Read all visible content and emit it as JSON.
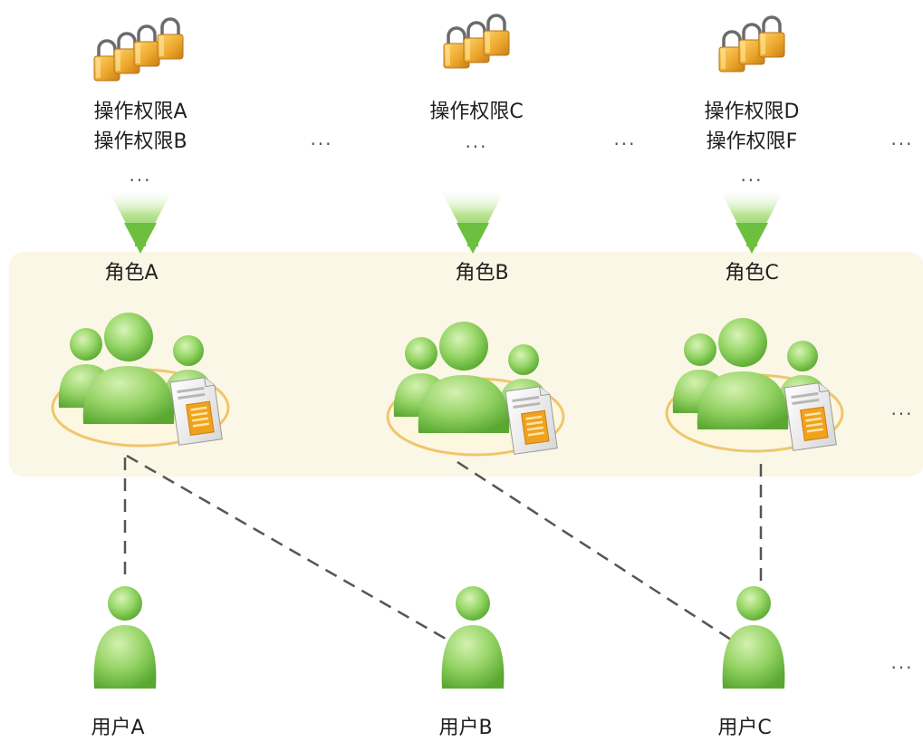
{
  "permissions": {
    "group_a": {
      "line1": "操作权限A",
      "line2": "操作权限B",
      "more": "..."
    },
    "group_c": {
      "line1": "操作权限C",
      "more": "..."
    },
    "group_d": {
      "line1": "操作权限D",
      "line2": "操作权限F",
      "more": "..."
    },
    "between_ac": "...",
    "between_cd": "...",
    "after_d": "..."
  },
  "roles": {
    "a": "角色A",
    "b": "角色B",
    "c": "角色C",
    "more": "..."
  },
  "users": {
    "a": "用户A",
    "b": "用户B",
    "c": "用户C",
    "more": "..."
  },
  "icons": {
    "lock": "padlock-icon",
    "role": "user-group-icon",
    "user": "user-icon",
    "arrow": "down-arrow-icon"
  },
  "colors": {
    "band": "#fbf7e6",
    "green": "#8cd05a",
    "green_dark": "#5aa832",
    "lock": "#e6a52a",
    "ring": "#f0c66a",
    "dash": "#555555"
  }
}
